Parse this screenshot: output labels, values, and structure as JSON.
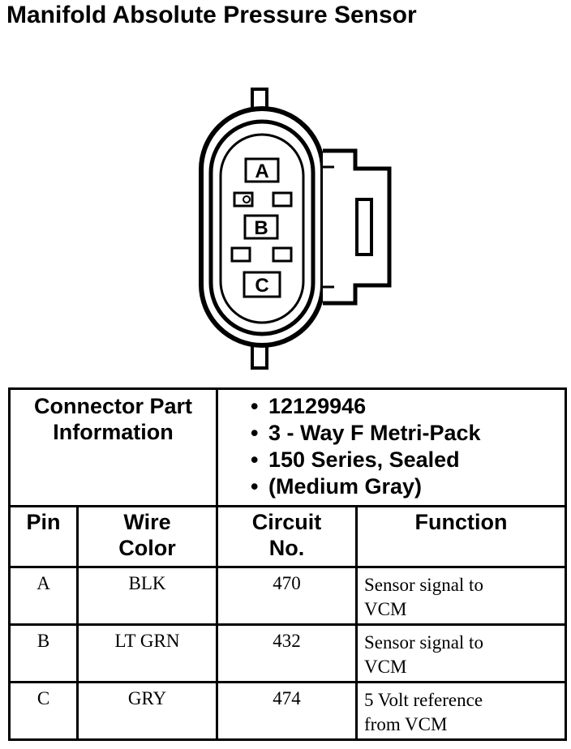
{
  "title": "Manifold Absolute Pressure Sensor",
  "connector": {
    "pins": [
      "A",
      "B",
      "C"
    ]
  },
  "part_info": {
    "label_line1": "Connector Part",
    "label_line2": "Information",
    "items": [
      "12129946",
      "3 - Way F Metri-Pack",
      "150 Series, Sealed",
      "(Medium Gray)"
    ]
  },
  "columns": {
    "pin": "Pin",
    "wire_color_line1": "Wire",
    "wire_color_line2": "Color",
    "circuit_line1": "Circuit",
    "circuit_line2": "No.",
    "function": "Function"
  },
  "rows": [
    {
      "pin": "A",
      "wire_color": "BLK",
      "circuit": "470",
      "function_line1": "Sensor signal to",
      "function_line2": "VCM"
    },
    {
      "pin": "B",
      "wire_color": "LT GRN",
      "circuit": "432",
      "function_line1": "Sensor signal to",
      "function_line2": "VCM"
    },
    {
      "pin": "C",
      "wire_color": "GRY",
      "circuit": "474",
      "function_line1": "5 Volt reference",
      "function_line2": "from VCM"
    }
  ]
}
